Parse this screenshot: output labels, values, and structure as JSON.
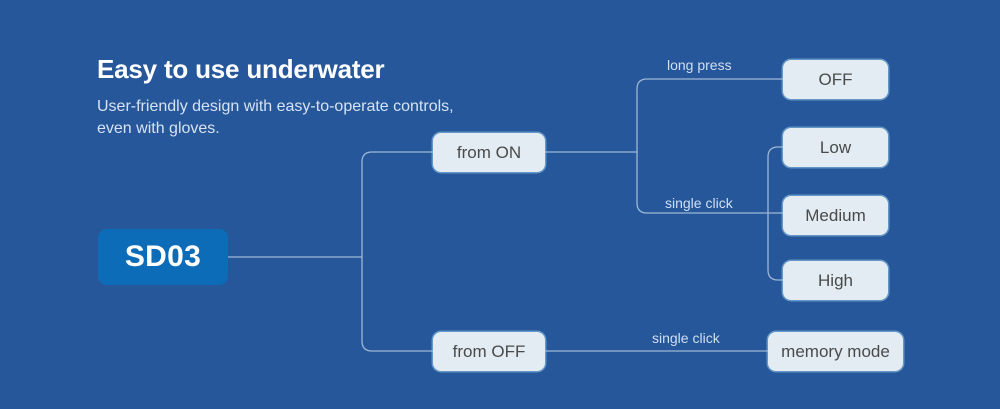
{
  "theme": {
    "background": "#26579a",
    "badge_fill": "#0d6cb8",
    "node_fill": "#e2ecf2",
    "node_text": "#4a4a4a",
    "heading_color": "#ffffff",
    "subtitle_color": "#d7e3f2",
    "line_color": "#9db7d6",
    "label_color": "#d2dff0"
  },
  "text": {
    "heading": "Easy to use underwater",
    "subtitle": "User-friendly design with easy-to-operate controls, even with gloves."
  },
  "diagram": {
    "type": "flow-tree",
    "root": {
      "label": "SD03"
    },
    "nodes": [
      {
        "id": "from-on",
        "label": "from ON"
      },
      {
        "id": "from-off",
        "label": "from OFF"
      },
      {
        "id": "off",
        "label": "OFF"
      },
      {
        "id": "low",
        "label": "Low"
      },
      {
        "id": "medium",
        "label": "Medium"
      },
      {
        "id": "high",
        "label": "High"
      },
      {
        "id": "memory",
        "label": "memory mode"
      }
    ],
    "edge_labels": {
      "long_press": "long press",
      "single_click_on": "single click",
      "single_click_off": "single click"
    },
    "edges": [
      {
        "from": "SD03",
        "to": "from-on",
        "label": ""
      },
      {
        "from": "SD03",
        "to": "from-off",
        "label": ""
      },
      {
        "from": "from-on",
        "to": "off",
        "label": "long press"
      },
      {
        "from": "from-on",
        "to": "low",
        "label": "single click"
      },
      {
        "from": "from-on",
        "to": "medium",
        "label": "single click"
      },
      {
        "from": "from-on",
        "to": "high",
        "label": "single click"
      },
      {
        "from": "from-off",
        "to": "memory",
        "label": "single click"
      }
    ]
  }
}
